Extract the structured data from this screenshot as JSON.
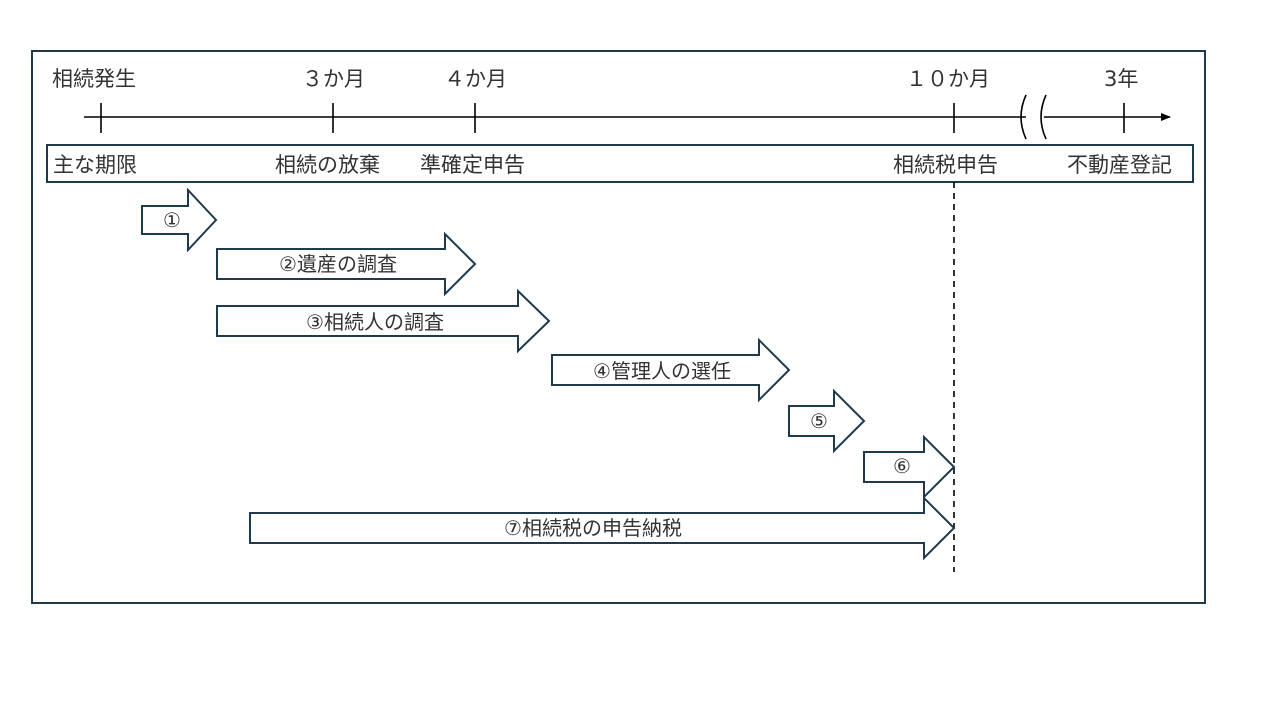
{
  "timeline": {
    "labels": [
      {
        "key": "start",
        "text": "相続発生"
      },
      {
        "key": "m3",
        "text": "３か月"
      },
      {
        "key": "m4",
        "text": "４か月"
      },
      {
        "key": "m10",
        "text": "１０か月"
      },
      {
        "key": "y3",
        "text": "3年"
      }
    ]
  },
  "deadlines": {
    "title": "主な期限",
    "items": [
      {
        "key": "renunciation",
        "text": "相続の放棄"
      },
      {
        "key": "quasi_final_return",
        "text": "準確定申告"
      },
      {
        "key": "inheritance_tax_return",
        "text": "相続税申告"
      },
      {
        "key": "real_estate_registration",
        "text": "不動産登記"
      }
    ]
  },
  "steps": [
    {
      "key": "s1",
      "text": "①"
    },
    {
      "key": "s2",
      "text": "②遺産の調査"
    },
    {
      "key": "s3",
      "text": "③相続人の調査"
    },
    {
      "key": "s4",
      "text": "④管理人の選任"
    },
    {
      "key": "s5",
      "text": "⑤"
    },
    {
      "key": "s6",
      "text": "⑥"
    },
    {
      "key": "s7",
      "text": "⑦相続税の申告納税"
    }
  ],
  "colors": {
    "frame": "#1f3a4d",
    "line": "#000000",
    "text": "#333333"
  }
}
